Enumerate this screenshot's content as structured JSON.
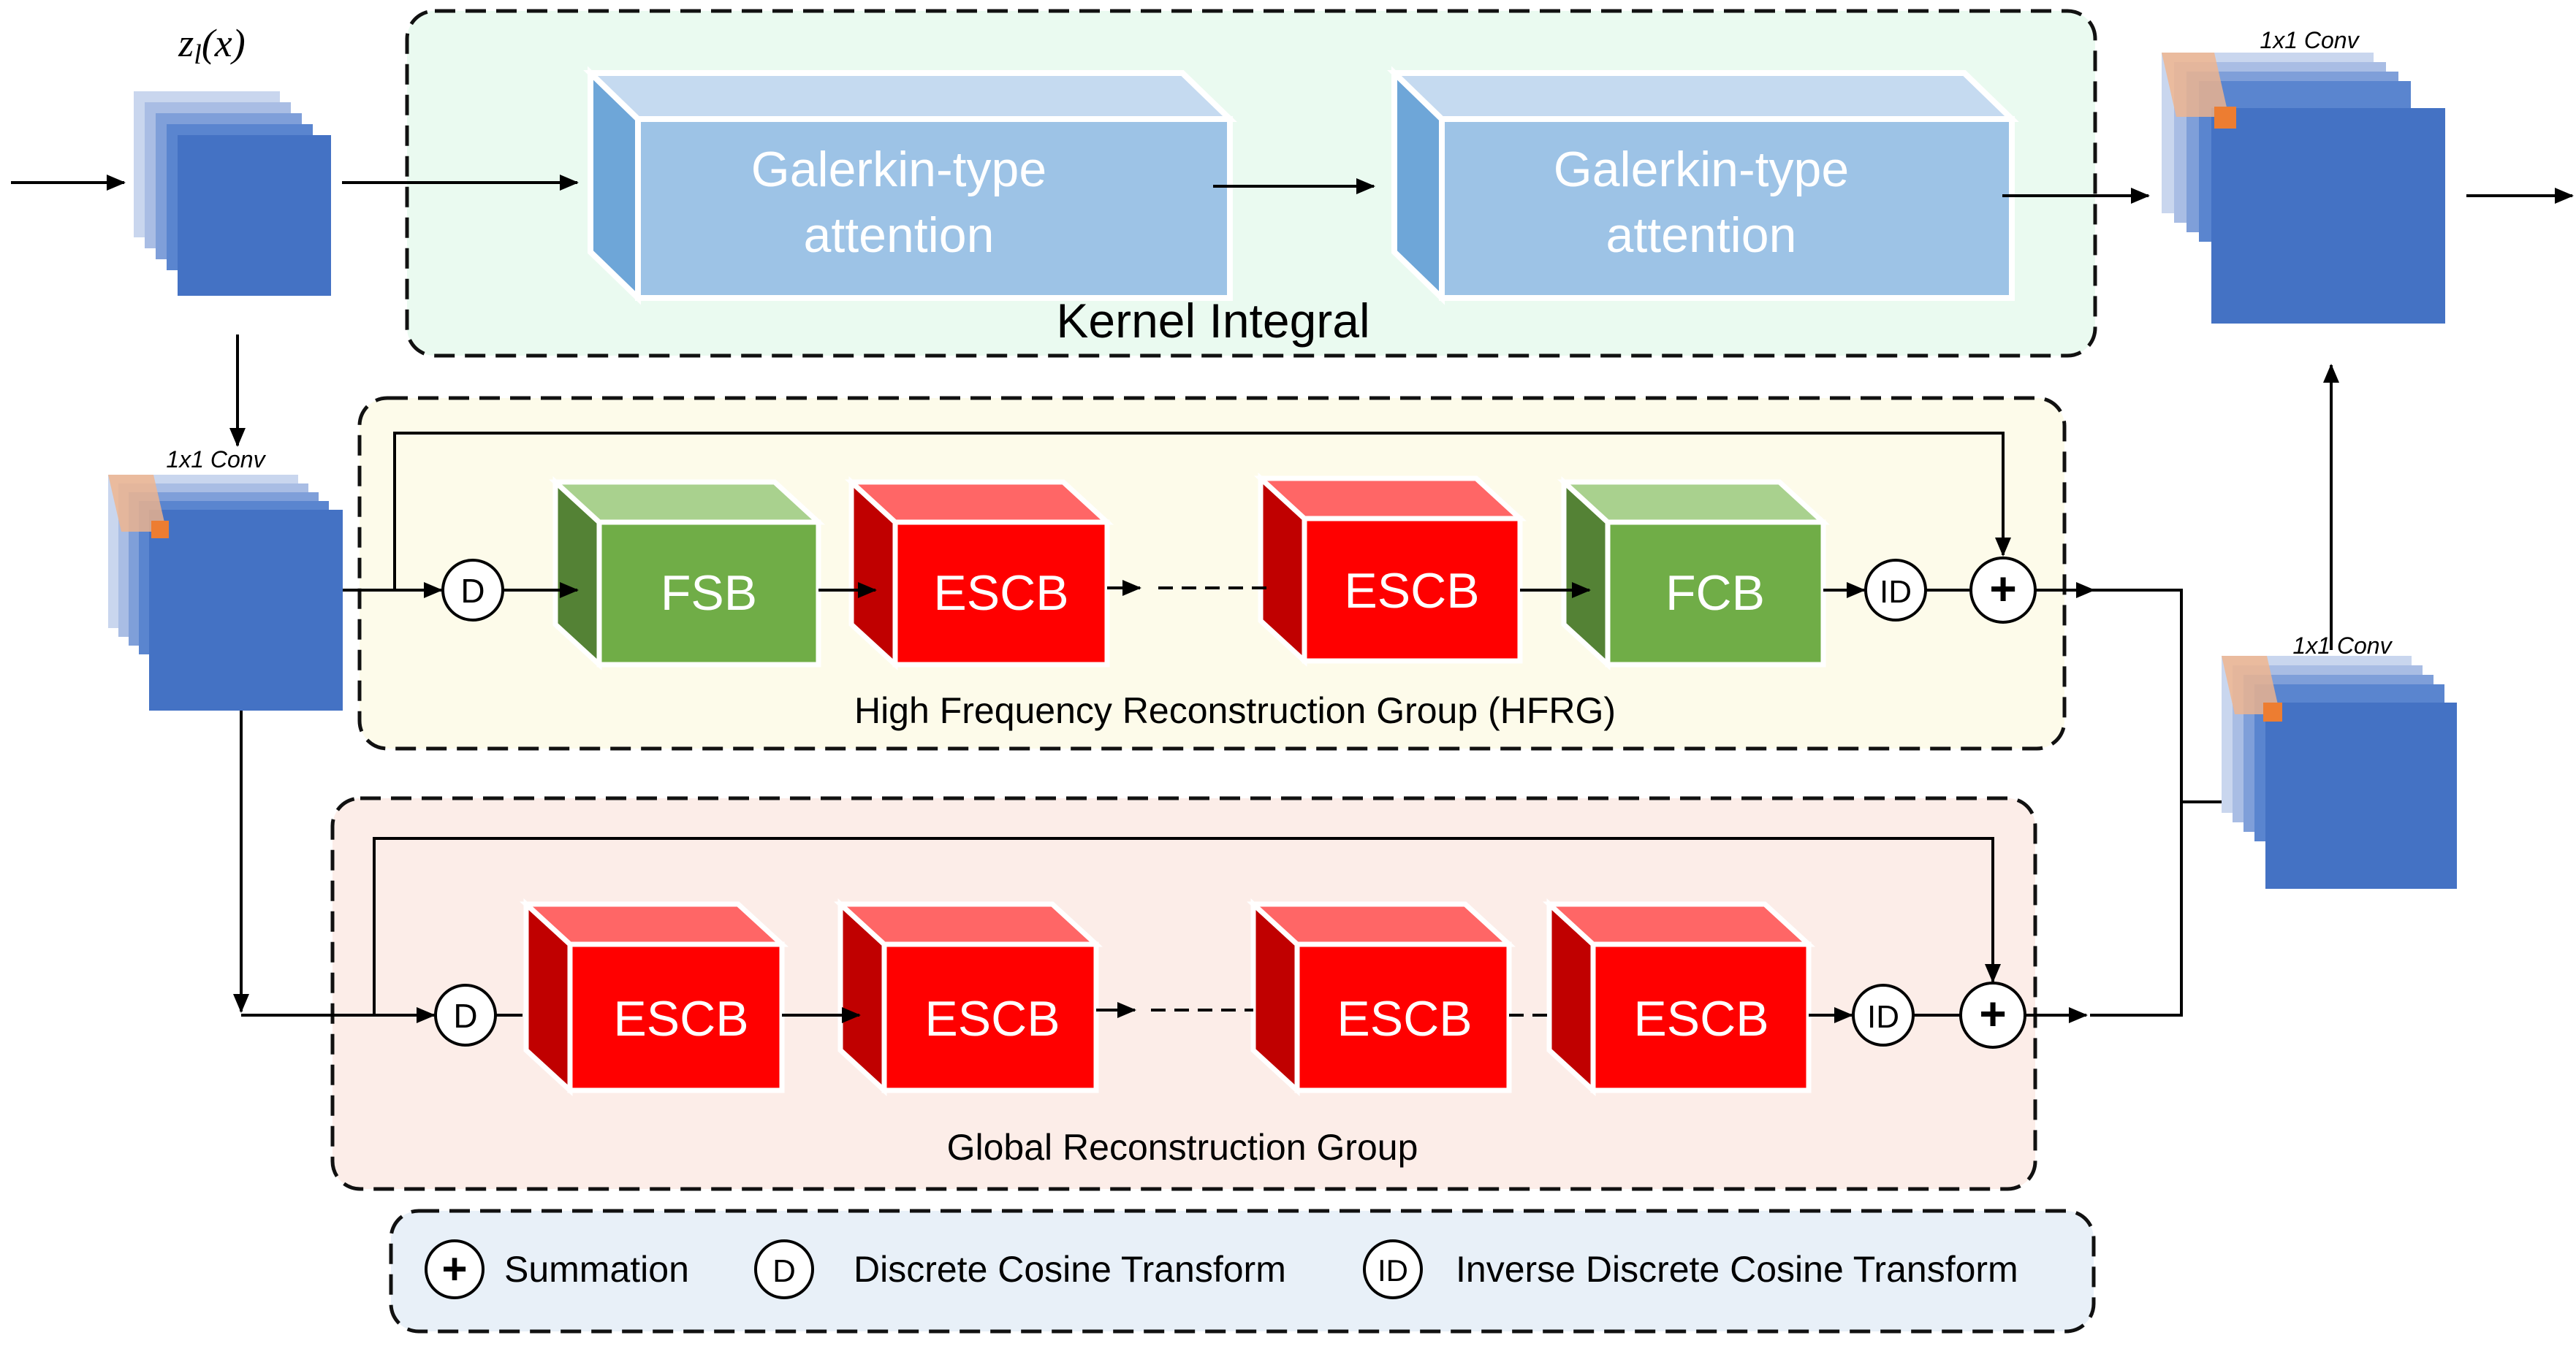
{
  "title": "",
  "input_label": "z_l(x)",
  "kernel_integral": {
    "label": "Kernel Integral",
    "blocks": [
      {
        "line1": "Galerkin-type",
        "line2": "attention"
      },
      {
        "line1": "Galerkin-type",
        "line2": "attention"
      }
    ]
  },
  "conv_labels": {
    "left": "1x1 Conv",
    "top_right": "1x1 Conv",
    "right_mid": "1x1 Conv"
  },
  "hfrg": {
    "label": "High Frequency Reconstruction Group (HFRG)",
    "dct": "D",
    "idct": "ID",
    "sum": "+",
    "blocks": [
      "FSB",
      "ESCB",
      "ESCB",
      "FCB"
    ]
  },
  "grg": {
    "label": "Global Reconstruction Group",
    "dct": "D",
    "idct": "ID",
    "sum": "+",
    "blocks": [
      "ESCB",
      "ESCB",
      "ESCB",
      "ESCB"
    ]
  },
  "legend": {
    "sum_symbol": "+",
    "sum_label": "Summation",
    "dct_symbol": "D",
    "dct_label": "Discrete Cosine Transform",
    "idct_symbol": "ID",
    "idct_label": "Inverse Discrete Cosine Transform"
  },
  "colors": {
    "kernel_bg": "#eafaf0",
    "hfrg_bg": "#fdfbea",
    "grg_bg": "#fcede8",
    "legend_bg": "#e8f0f8",
    "galerkin_front": "#9dc3e6",
    "galerkin_top": "#c5daf0",
    "galerkin_side": "#6ea6d8",
    "green_front": "#70ad47",
    "green_top": "#a9d18e",
    "green_side": "#548235",
    "red_front": "#ff0000",
    "red_top": "#ff6666",
    "red_side": "#c00000",
    "feature_map": "#4472c4",
    "conv_kernel": "#ed7d31"
  }
}
